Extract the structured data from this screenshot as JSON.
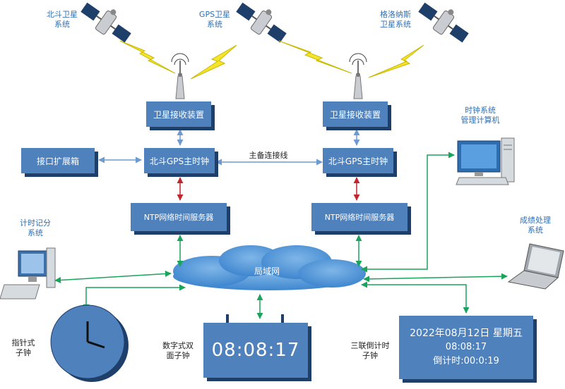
{
  "satellites": {
    "beidou": "北斗卫星\n系统",
    "gps": "GPS卫星\n系统",
    "glonass": "格洛纳斯\n卫星系统"
  },
  "boxes": {
    "receiver_left": "卫星接收装置",
    "receiver_right": "卫星接收装置",
    "interface_box": "接口扩展箱",
    "master_left": "北斗GPS主时钟",
    "master_right": "北斗GPS主时钟",
    "ntp_left": "NTP网络时间服务器",
    "ntp_right": "NTP网络时间服务器"
  },
  "link_label": "主备连接线",
  "lan_label": "局域网",
  "labels": {
    "clock_mgmt": "时钟系统\n管理计算机",
    "timing_system": "计时记分\n系统",
    "results_system": "成绩处理\n系统",
    "analog_clock": "指针式\n子钟",
    "digital_clock": "数字式双\n面子钟",
    "triple_clock": "三联倒计时\n子钟"
  },
  "digital_display": "08:08:17",
  "triple_display": {
    "line1": "2022年08月12日 星期五",
    "line2": "08:08:17",
    "line3": "倒计时:00:0:19"
  },
  "colors": {
    "box_fill": "#4f81bd",
    "box_shadow": "#1f3f6b",
    "arrow_blue": "#6b9bd1",
    "arrow_red": "#c0262d",
    "arrow_green": "#1aa35a",
    "lightning": "#f5e52a",
    "label_blue": "#2f6fb3"
  }
}
